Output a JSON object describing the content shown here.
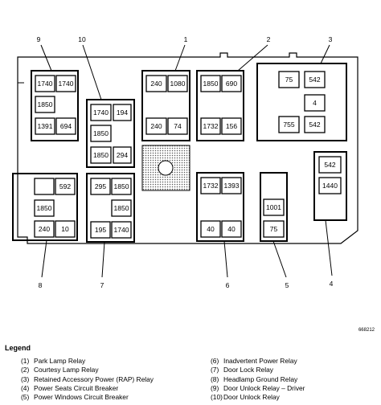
{
  "figure_id": "668212",
  "callouts": [
    "1",
    "2",
    "3",
    "4",
    "5",
    "6",
    "7",
    "8",
    "9",
    "10"
  ],
  "blocks": {
    "b1": [
      "240",
      "1080",
      "240",
      "74"
    ],
    "b2": [
      "1850",
      "690",
      "1732",
      "156"
    ],
    "b3": [
      "75",
      "542",
      "4",
      "755",
      "542"
    ],
    "b4": [
      "542",
      "1440"
    ],
    "b5": [
      "1001",
      "75"
    ],
    "b6": [
      "1732",
      "1393",
      "40",
      "40"
    ],
    "b7": [
      "295",
      "1850",
      "1850",
      "195",
      "1740"
    ],
    "b8": [
      "592",
      "1850",
      "240",
      "10"
    ],
    "b9": [
      "1740",
      "1740",
      "1850",
      "1391",
      "694"
    ],
    "b10": [
      "1740",
      "194",
      "1850",
      "1850",
      "294"
    ]
  },
  "legend": {
    "title": "Legend",
    "left": [
      {
        "num": "(1)",
        "label": "Park Lamp Relay"
      },
      {
        "num": "(2)",
        "label": "Courtesy Lamp Relay"
      },
      {
        "num": "(3)",
        "label": "Retained Accessory Power (RAP) Relay"
      },
      {
        "num": "(4)",
        "label": "Power Seats Circuit Breaker"
      },
      {
        "num": "(5)",
        "label": "Power Windows Circuit Breaker"
      }
    ],
    "right": [
      {
        "num": "(6)",
        "label": "Inadvertent Power Relay"
      },
      {
        "num": "(7)",
        "label": "Door Lock Relay"
      },
      {
        "num": "(8)",
        "label": "Headlamp Ground Relay"
      },
      {
        "num": "(9)",
        "label": "Door Unlock Relay – Driver"
      },
      {
        "num": "(10)",
        "label": "Door Unlock Relay"
      }
    ]
  }
}
